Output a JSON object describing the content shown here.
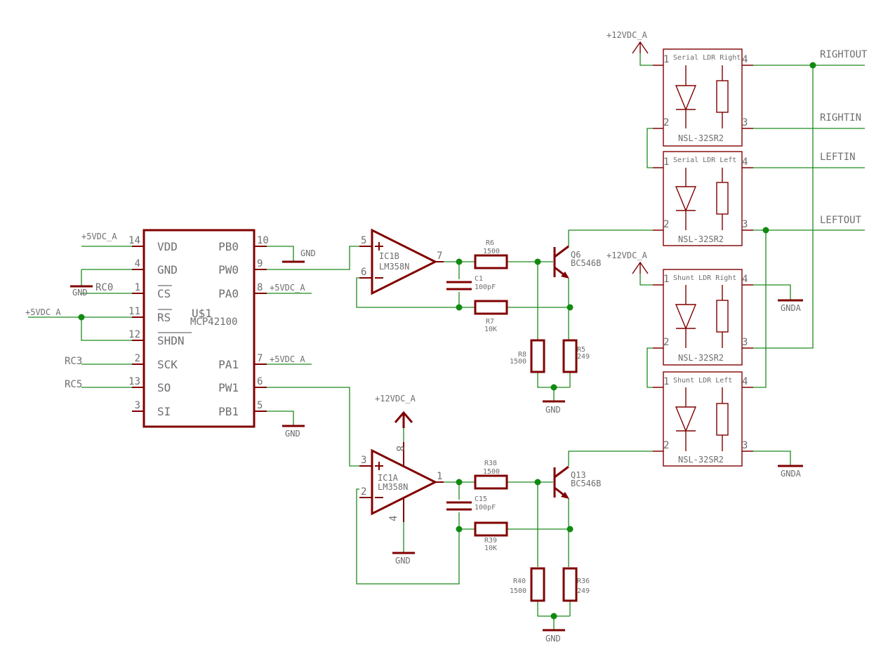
{
  "mcp": {
    "name": "U$1",
    "value": "MCP42100",
    "left_pins": [
      {
        "num": "14",
        "label": "VDD"
      },
      {
        "num": "4",
        "label": "GND"
      },
      {
        "num": "1",
        "label": "CS"
      },
      {
        "num": "11",
        "label": "RS"
      },
      {
        "num": "12",
        "label": "SHDN"
      },
      {
        "num": "2",
        "label": "SCK"
      },
      {
        "num": "13",
        "label": "SO"
      },
      {
        "num": "3",
        "label": "SI"
      }
    ],
    "right_pins": [
      {
        "num": "10",
        "label": "PB0"
      },
      {
        "num": "9",
        "label": "PW0"
      },
      {
        "num": "8",
        "label": "PA0"
      },
      {
        "num": "7",
        "label": "PA1"
      },
      {
        "num": "6",
        "label": "PW1"
      },
      {
        "num": "5",
        "label": "PB1"
      }
    ]
  },
  "opamp_top": {
    "name": "IC1B",
    "value": "LM358N",
    "pin_plus": "5",
    "pin_minus": "6",
    "pin_out": "7"
  },
  "opamp_bottom": {
    "name": "IC1A",
    "value": "LM358N",
    "pin_plus": "3",
    "pin_minus": "2",
    "pin_out": "1",
    "pin_vcc": "8",
    "pin_gnd": "4"
  },
  "transistor_top": {
    "name": "Q6",
    "value": "BC546B"
  },
  "transistor_bottom": {
    "name": "Q13",
    "value": "BC546B"
  },
  "resistors": {
    "r6": {
      "name": "R6",
      "value": "1500"
    },
    "r7": {
      "name": "R7",
      "value": "10K"
    },
    "r8": {
      "name": "R8",
      "value": "1500"
    },
    "r5": {
      "name": "R5",
      "value": "249"
    },
    "r38": {
      "name": "R38",
      "value": "1500"
    },
    "r39": {
      "name": "R39",
      "value": "10K"
    },
    "r40": {
      "name": "R40",
      "value": "1500"
    },
    "r36": {
      "name": "R36",
      "value": "249"
    }
  },
  "capacitors": {
    "c1": {
      "name": "C1",
      "value": "100pF"
    },
    "c15": {
      "name": "C15",
      "value": "100pF"
    }
  },
  "ldrs": [
    {
      "name": "Serial LDR Right",
      "value": "NSL-32SR2",
      "p1": "1",
      "p2": "2",
      "p3": "3",
      "p4": "4"
    },
    {
      "name": "Serial LDR Left",
      "value": "NSL-32SR2",
      "p1": "1",
      "p2": "2",
      "p3": "3",
      "p4": "4"
    },
    {
      "name": "Shunt LDR Right",
      "value": "NSL-32SR2",
      "p1": "1",
      "p2": "2",
      "p3": "3",
      "p4": "4"
    },
    {
      "name": "Shunt LDR Left",
      "value": "NSL-32SR2",
      "p1": "1",
      "p2": "2",
      "p3": "3",
      "p4": "4"
    }
  ],
  "nets": {
    "rightout": "RIGHTOUT",
    "rightin": "RIGHTIN",
    "leftin": "LEFTIN",
    "leftout": "LEFTOUT",
    "rc0": "RC0",
    "rc3": "RC3",
    "rc5": "RC5"
  },
  "supplies": {
    "v5_1": "+5VDC_A",
    "v5_2": "+5VDC_A",
    "v5_3": "+5VDC_A",
    "v5_4": "+5VDC_A",
    "v12_1": "+12VDC_A",
    "v12_2": "+12VDC_A",
    "v12_3": "+12VDC_A",
    "gnd_1": "GND",
    "gnd_2": "GND",
    "gnd_3": "GND",
    "gnd_4": "GND",
    "gnd_5": "GND",
    "gnd_6": "GND",
    "gnda_1": "GNDA",
    "gnda_2": "GNDA"
  }
}
